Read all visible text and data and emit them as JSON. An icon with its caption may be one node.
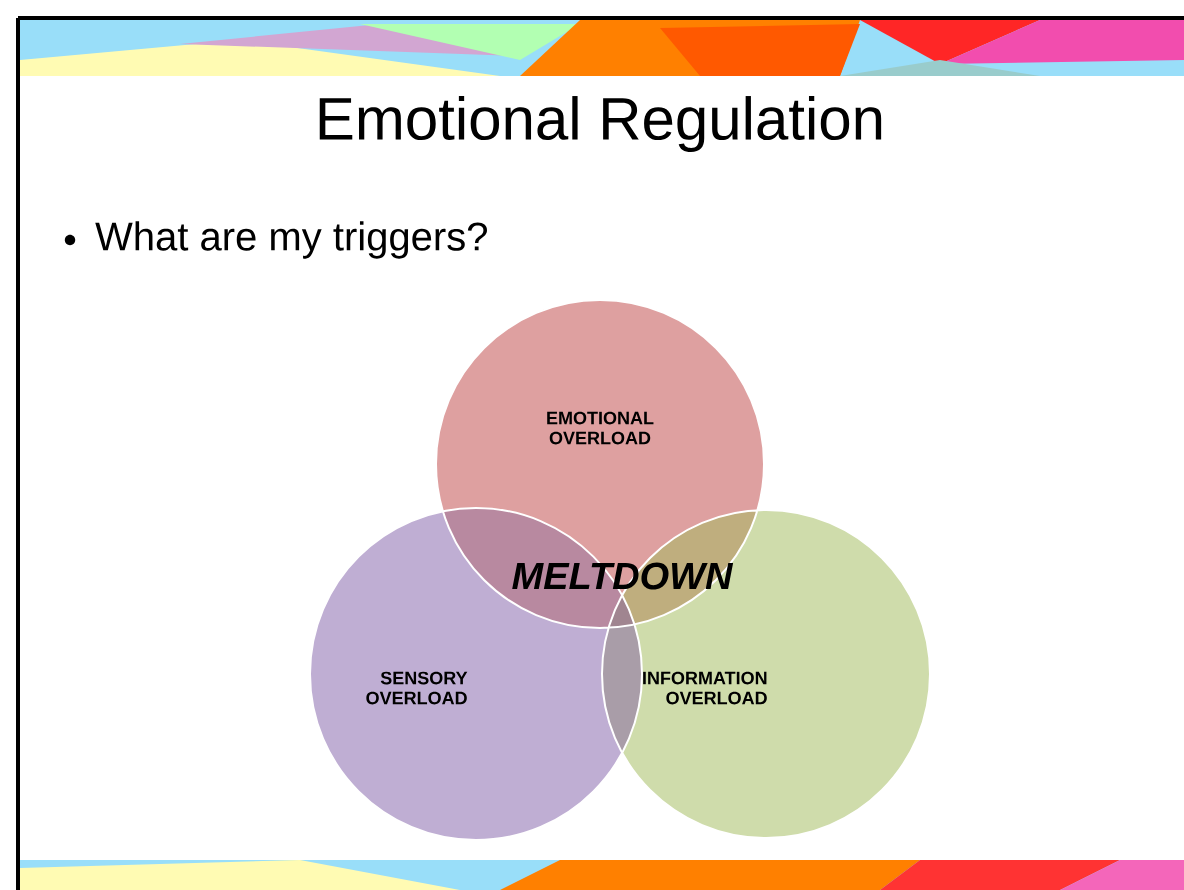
{
  "diagram": {
    "title": "Emotional Regulation",
    "nodes": [
      {
        "text": [
          "EMOTIONAL OVERLOAD"
        ]
      },
      {
        "text": [
          "SENSORY OVERLOAD"
        ]
      },
      {
        "text": [
          "INFORMATION OVERLOAD"
        ]
      }
    ],
    "labels": [
      "What are my triggers?",
      "MELTDOWN"
    ]
  }
}
